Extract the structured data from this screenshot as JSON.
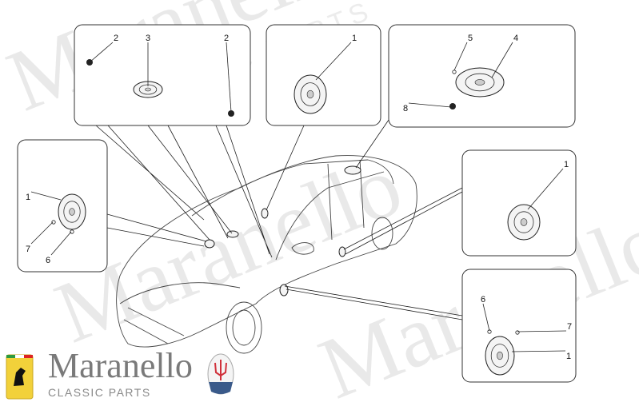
{
  "watermark": {
    "brand": "Maranello",
    "sub": "CLASSIC PARTS"
  },
  "logo": {
    "brand": "Maranello",
    "sub": "CLASSIC PARTS",
    "ferrari_badge": "Ferrari",
    "maserati_badge": "MASERATI"
  },
  "colors": {
    "line": "#222222",
    "watermark": "#e9e9e9",
    "ferrari_yellow": "#f2d13a",
    "maserati_red": "#d0303a",
    "maserati_blue": "#3a5a8a"
  },
  "callouts": {
    "box_a": [
      "2",
      "3",
      "2"
    ],
    "box_b": [
      "1"
    ],
    "box_c": [
      "5",
      "4",
      "8"
    ],
    "box_d": [
      "1",
      "7",
      "6"
    ],
    "box_e": [
      "1"
    ],
    "box_f": [
      "6",
      "7",
      "1"
    ]
  }
}
